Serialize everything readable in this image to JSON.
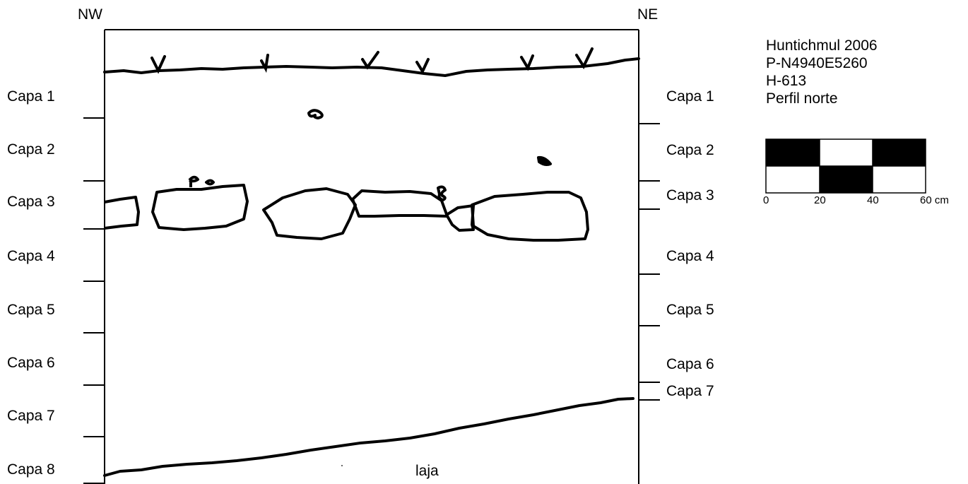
{
  "directions": {
    "left": "NW",
    "right": "NE"
  },
  "layers_left": [
    "Capa 1",
    "Capa 2",
    "Capa 3",
    "Capa 4",
    "Capa 5",
    "Capa 6",
    "Capa 7",
    "Capa 8"
  ],
  "layers_right": [
    "Capa 1",
    "Capa 2",
    "Capa 3",
    "Capa 4",
    "Capa 5",
    "Capa 6",
    "Capa 7"
  ],
  "bedrock_label": "laja",
  "info": {
    "site": "Huntichmul 2006",
    "unit": "P-N4940E5260",
    "feature": "H-613",
    "profile": "Perfil norte"
  },
  "scale": {
    "ticks": [
      "0",
      "20",
      "40",
      "60 cm"
    ]
  },
  "colors": {
    "ink": "#000000",
    "paper": "#ffffff"
  }
}
